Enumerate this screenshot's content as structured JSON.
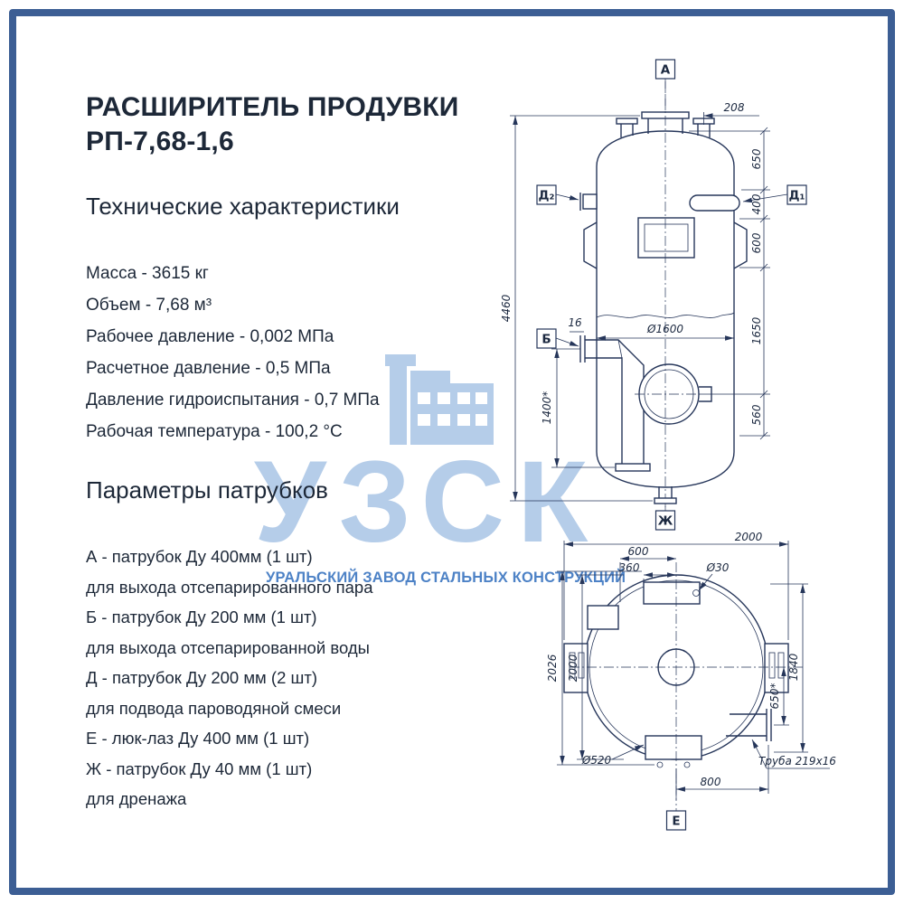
{
  "page": {
    "frame_color": "#3c5e94",
    "text_color": "#1d2838",
    "background": "#ffffff"
  },
  "header": {
    "title": "РАСШИРИТЕЛЬ ПРОДУВКИ РП-7,68-1,6"
  },
  "tech": {
    "heading": "Технические характеристики",
    "items": [
      "Масса - 3615 кг",
      "Объем - 7,68 м³",
      "Рабочее давление - 0,002 МПа",
      "Расчетное давление - 0,5 МПа",
      "Давление гидроиспытания - 0,7 МПа",
      "Рабочая температура - 100,2 °С"
    ]
  },
  "nozzles": {
    "heading": "Параметры патрубков",
    "items": [
      "А - патрубок Ду 400мм (1 шт)",
      "для выхода отсепарированного пара",
      "Б - патрубок Ду 200 мм (1 шт)",
      "для выхода отсепарированной воды",
      "Д - патрубок Ду 200 мм (2 шт)",
      "для подвода пароводяной смеси",
      "Е - люк-лаз Ду 400 мм (1 шт)",
      "Ж - патрубок Ду 40 мм (1 шт)",
      "для дренажа"
    ]
  },
  "watermark": {
    "logo_text": "УЗСК",
    "subtitle": "УРАЛЬСКИЙ ЗАВОД СТАЛЬНЫХ КОНСТРУКЦИЙ",
    "logo_color": "#b5cde9",
    "subtitle_color": "#4d82c6",
    "icon": "factory-icon"
  },
  "drawing": {
    "front_view": {
      "label_a": "А",
      "label_d2": "Д₂",
      "label_d1": "Д₁",
      "label_b": "Б",
      "label_zh": "Ж",
      "dim_208": "208",
      "dim_650": "650",
      "dim_400": "400",
      "dim_600": "600",
      "dim_1650": "1650",
      "dim_560": "560",
      "dim_4460": "4460",
      "dim_d1600": "Ø1600",
      "dim_16": "16",
      "dim_1400": "1400*"
    },
    "top_view": {
      "label_e": "Е",
      "dim_2000_top": "2000",
      "dim_600": "600",
      "dim_360": "360",
      "dim_d30": "Ø30",
      "dim_2026": "2026",
      "dim_2000_left": "2000",
      "dim_1840": "1840",
      "dim_650s": "650*",
      "dim_d520": "Ø520",
      "dim_800": "800",
      "pipe_note": "Труба 219x16"
    }
  }
}
